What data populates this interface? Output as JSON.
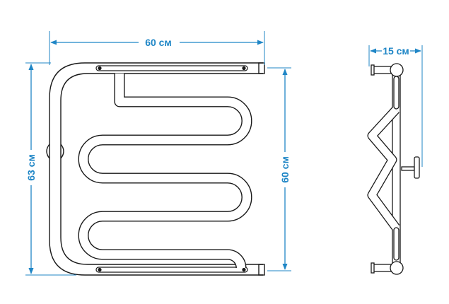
{
  "colors": {
    "dimension": "#1f86c6",
    "outline": "#1a1a1a",
    "background": "#ffffff"
  },
  "front_view": {
    "width_label": "60 см",
    "height_label": "63 см",
    "mount_label": "60 см"
  },
  "side_view": {
    "depth_label": "15 см"
  }
}
